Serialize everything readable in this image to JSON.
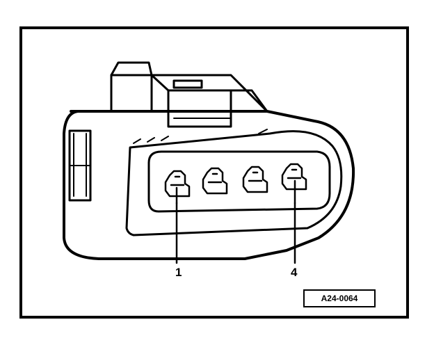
{
  "figure": {
    "callouts": [
      {
        "label": "1"
      },
      {
        "label": "4"
      }
    ],
    "reference_code": "A24-0064"
  }
}
